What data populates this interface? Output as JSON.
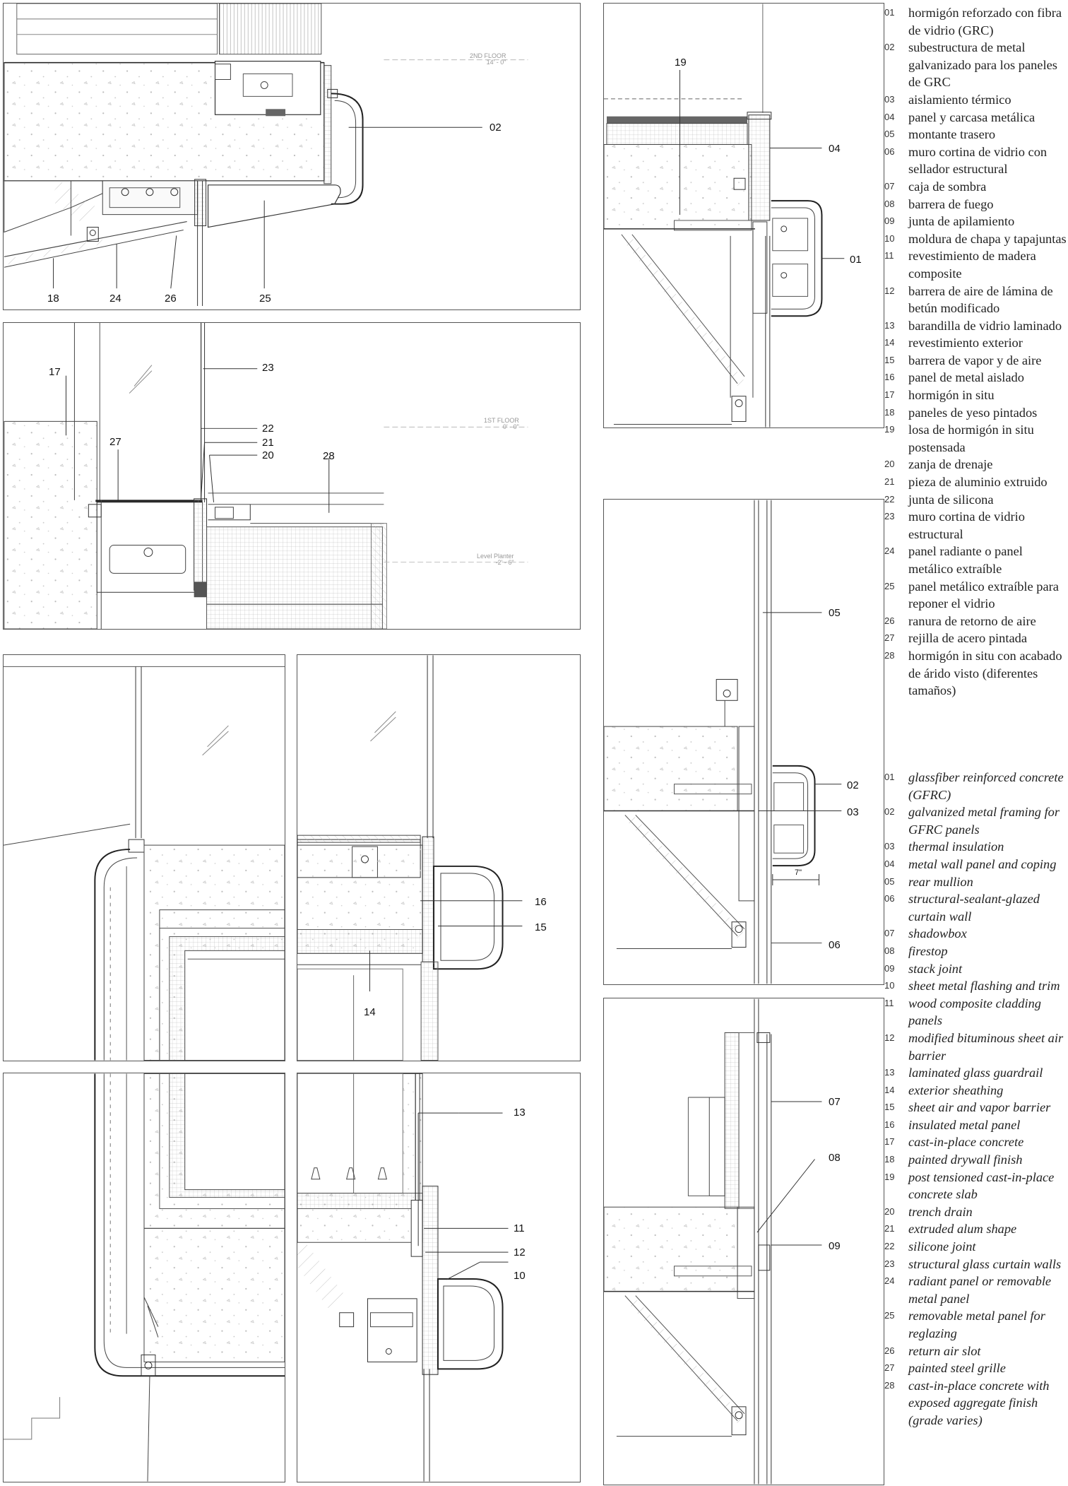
{
  "legend_es": [
    {
      "num": "01",
      "text": "hormigón reforzado con fibra de vidrio (GRC)"
    },
    {
      "num": "02",
      "text": "subestructura de metal galvanizado para los paneles de GRC"
    },
    {
      "num": "03",
      "text": "aislamiento térmico"
    },
    {
      "num": "04",
      "text": "panel y carcasa metálica"
    },
    {
      "num": "05",
      "text": "montante trasero"
    },
    {
      "num": "06",
      "text": "muro cortina de vidrio con sellador estructural"
    },
    {
      "num": "07",
      "text": "caja de sombra"
    },
    {
      "num": "08",
      "text": "barrera de fuego"
    },
    {
      "num": "09",
      "text": "junta de apilamiento"
    },
    {
      "num": "10",
      "text": "moldura de chapa y tapajuntas"
    },
    {
      "num": "11",
      "text": "revestimiento de madera composite"
    },
    {
      "num": "12",
      "text": "barrera de aire de lámina de betún modificado"
    },
    {
      "num": "13",
      "text": "barandilla de vidrio laminado"
    },
    {
      "num": "14",
      "text": "revestimiento exterior"
    },
    {
      "num": "15",
      "text": "barrera de vapor y de aire"
    },
    {
      "num": "16",
      "text": "panel de metal aislado"
    },
    {
      "num": "17",
      "text": "hormigón in situ"
    },
    {
      "num": "18",
      "text": "paneles de yeso pintados"
    },
    {
      "num": "19",
      "text": "losa de hormigón in situ postensada"
    },
    {
      "num": "20",
      "text": "zanja de drenaje"
    },
    {
      "num": "21",
      "text": "pieza de aluminio extruido"
    },
    {
      "num": "22",
      "text": "junta de silicona"
    },
    {
      "num": "23",
      "text": "muro cortina de vidrio estructural"
    },
    {
      "num": "24",
      "text": "panel radiante o panel metálico extraíble"
    },
    {
      "num": "25",
      "text": "panel metálico extraíble para reponer el vidrio"
    },
    {
      "num": "26",
      "text": "ranura de retorno de aire"
    },
    {
      "num": "27",
      "text": "rejilla de acero pintada"
    },
    {
      "num": "28",
      "text": "hormigón in situ con acabado de árido visto (diferentes tamaños)"
    }
  ],
  "legend_en": [
    {
      "num": "01",
      "text": "glassfiber reinforced concrete (GFRC)"
    },
    {
      "num": "02",
      "text": "galvanized metal framing for GFRC panels"
    },
    {
      "num": "03",
      "text": "thermal insulation"
    },
    {
      "num": "04",
      "text": "metal wall panel and coping"
    },
    {
      "num": "05",
      "text": "rear mullion"
    },
    {
      "num": "06",
      "text": "structural-sealant-glazed curtain wall"
    },
    {
      "num": "07",
      "text": "shadowbox"
    },
    {
      "num": "08",
      "text": "firestop"
    },
    {
      "num": "09",
      "text": "stack joint"
    },
    {
      "num": "10",
      "text": "sheet metal flashing and trim"
    },
    {
      "num": "11",
      "text": "wood composite cladding panels"
    },
    {
      "num": "12",
      "text": "modified bituminous sheet air barrier"
    },
    {
      "num": "13",
      "text": "laminated glass guardrail"
    },
    {
      "num": "14",
      "text": "exterior sheathing"
    },
    {
      "num": "15",
      "text": "sheet air and vapor barrier"
    },
    {
      "num": "16",
      "text": "insulated metal panel"
    },
    {
      "num": "17",
      "text": "cast-in-place concrete"
    },
    {
      "num": "18",
      "text": "painted drywall finish"
    },
    {
      "num": "19",
      "text": "post tensioned cast-in-place concrete slab"
    },
    {
      "num": "20",
      "text": "trench drain"
    },
    {
      "num": "21",
      "text": "extruded alum shape"
    },
    {
      "num": "22",
      "text": "silicone joint"
    },
    {
      "num": "23",
      "text": "structural glass curtain walls"
    },
    {
      "num": "24",
      "text": "radiant panel or removable metal panel"
    },
    {
      "num": "25",
      "text": "removable metal panel for reglazing"
    },
    {
      "num": "26",
      "text": "return air slot"
    },
    {
      "num": "27",
      "text": "painted steel grille"
    },
    {
      "num": "28",
      "text": "cast-in-place concrete with exposed aggregate finish (grade varies)"
    }
  ],
  "levels": {
    "second_floor": {
      "name": "2ND FLOOR",
      "elev": "14' - 0\""
    },
    "first_floor": {
      "name": "1ST FLOOR",
      "elev": "0' - 0\""
    },
    "planter": {
      "name": "Level Planter",
      "elev": "-2' - 6\""
    }
  },
  "dimension": "7\"",
  "callouts": {
    "a_02": "02",
    "a_18": "18",
    "a_24": "24",
    "a_26": "26",
    "a_25": "25",
    "b_17": "17",
    "b_23": "23",
    "b_27": "27",
    "b_22": "22",
    "b_21": "21",
    "b_20": "20",
    "b_28": "28",
    "c_16": "16",
    "c_15": "15",
    "c_14": "14",
    "d_13": "13",
    "d_11": "11",
    "d_12": "12",
    "d_10": "10",
    "e_19": "19",
    "e_04": "04",
    "e_01": "01",
    "f_05": "05",
    "f_02": "02",
    "f_03": "03",
    "f_06": "06",
    "g_07": "07",
    "g_08": "08",
    "g_09": "09"
  },
  "colors": {
    "line": "#333333",
    "hatch": "#9a9a9a",
    "concrete_dot": "#b5b5b5",
    "frame": "#555555"
  }
}
